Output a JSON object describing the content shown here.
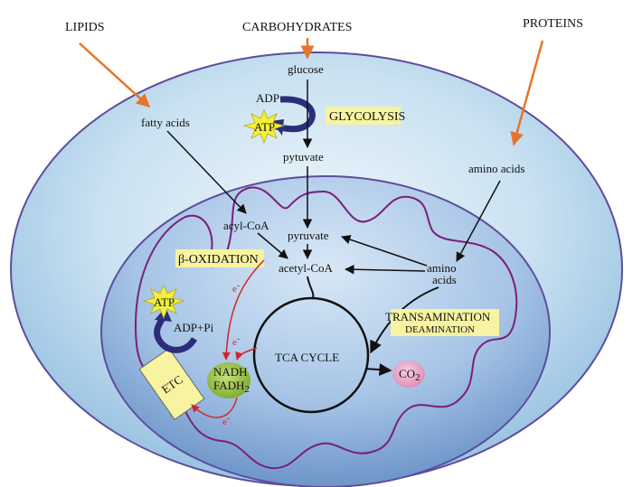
{
  "sources": {
    "lipids": "LIPIDS",
    "carbohydrates": "CARBOHYDRATES",
    "proteins": "PROTEINS"
  },
  "cytoplasm": {
    "glucose": "glucose",
    "adp": "ADP",
    "atp": "ATP",
    "glycolysis": "GLYCOLYSIS",
    "pytuvate": "pytuvate",
    "fatty_acids": "fatty acids",
    "amino_acids": "amino acids"
  },
  "mitochondrion": {
    "acyl_coa": "acyl-CoA",
    "pyruvate": "pyruvate",
    "beta_oxidation": "β-OXIDATION",
    "acetyl_coa": "acetyl-CoA",
    "amino": "amino",
    "acids": "acids",
    "atp": "ATP",
    "adp_pi": "ADP+Pi",
    "electron": "e",
    "electron_charge": "-",
    "transamination": "TRANSAMINATION",
    "deamination": "DEAMINATION",
    "tca_cycle": "TCA CYCLE",
    "etc": "ETC",
    "nadh": "NADH",
    "fadh": "FADH",
    "fadh_sub": "2",
    "co": "CO",
    "co_sub": "2"
  },
  "colors": {
    "cell_fill": "#a9cde6",
    "cell_stroke": "#5d4d9c",
    "mito_fill": "#7fa8d6",
    "crista_stroke": "#7b1f7a",
    "label_box": "#f7f3a0",
    "source_arrow": "#e8742a",
    "electron": "#d4232b",
    "atp_star": "#f4ef3a",
    "cycle_arrow": "#2a2d7a",
    "nadh": "#8fbf3f",
    "co2": "#e39ec0"
  }
}
